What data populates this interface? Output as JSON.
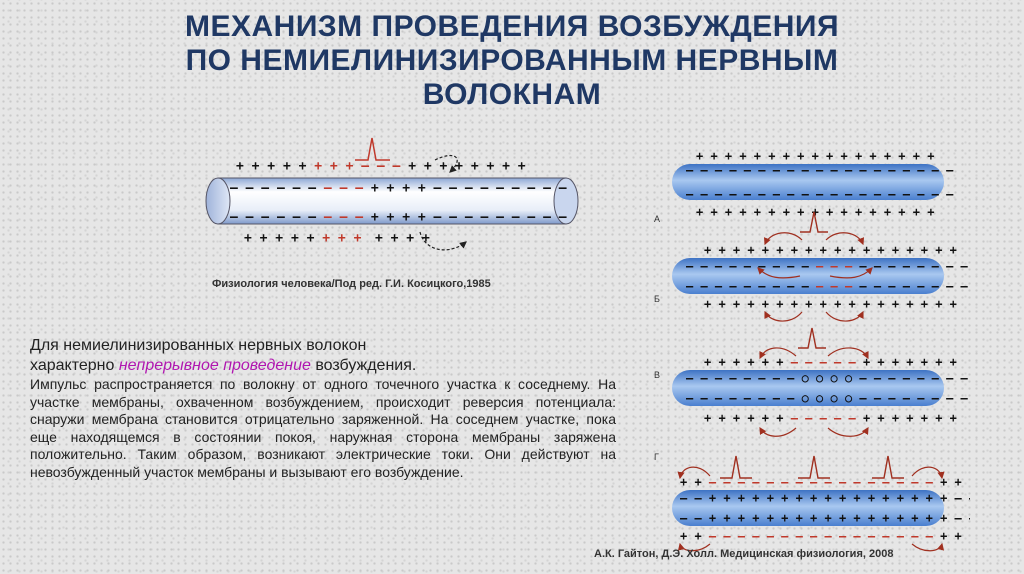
{
  "title": {
    "line1": "МЕХАНИЗМ ПРОВЕДЕНИЯ ВОЗБУЖДЕНИЯ",
    "line2": "ПО НЕМИЕЛИНИЗИРОВАННЫМ НЕРВНЫМ",
    "line3": "ВОЛОКНАМ"
  },
  "top_caption": "Физиология человека/Под ред. Г.И. Косицкого,1985",
  "bottom_caption": "А.К. Гайтон, Д.Э. Холл. Медицинская физиология, 2008",
  "text": {
    "lead_1": "Для немиелинизированных нервных волокон",
    "lead_2a": "характерно ",
    "lead_highlight": "непрерывное проведение",
    "lead_2b": " возбуждения.",
    "body": "Импульс распространяется по волокну от одного точечного участка к соседнему. На участке мембраны, охваченном возбуждением, происходит реверсия потенциала: снаружи мембрана становится отрицательно заряженной. На соседнем участке, пока еще находящемся в состоянии покоя, наружная сторона мембраны заряжена положительно. Таким образом, возникают электрические токи. Они действуют на невозбужденный участок мембраны и вызывают его возбуждение."
  },
  "diagram_labels": [
    "А",
    "Б",
    "В",
    "Г"
  ],
  "top_diagram": {
    "outer_top": [
      "+ + + + + ",
      "+ + + ",
      "– – – ",
      "+ + + + + + + +"
    ],
    "inner_top": [
      "– – – – – – ",
      "– – – ",
      "+ + + + ",
      "– – – – – – – – –"
    ],
    "inner_bottom": [
      "– – – – – – ",
      "– – – ",
      "+ + + + ",
      "– – – – – – – – –"
    ],
    "outer_bottom_a": [
      "+ + + + + ",
      "+ + + "
    ],
    "outer_bottom_b": "+ + + +"
  },
  "fiber_rows": {
    "A_plus": "+ + + + + + + + + + + + + + + + +",
    "A_minus": "– – – – – – – – – – – – – – – – – – –",
    "B_plus_top": [
      "+ + + + + + + ",
      "+ +",
      " + + + + + + + + +"
    ],
    "B_minus_top": [
      "– – – – – – – – – ",
      "– – –",
      " – – – – – – – – –"
    ],
    "B_minus_bottom": [
      "– – – – – – – – – ",
      "– – –",
      " – – – – – – – – –"
    ],
    "B_plus_bottom": [
      "+ + + + + + + ",
      "+ +",
      " + + + + + + + + +"
    ],
    "V_plus_top": [
      "+ + + + + + ",
      " – – – – – ",
      " + + + + + + +"
    ],
    "V_minus_top": [
      "– – – – – – – – ",
      "○ ○ ○ ○",
      " – – – – – – – –"
    ],
    "V_minus_bottom": [
      "– – – – – – – – ",
      "○ ○ ○ ○",
      " – – – – – – – –"
    ],
    "V_plus_bottom": [
      "+ + + + + + ",
      " – – – – – ",
      " + + + + + + +"
    ],
    "G_plus_top": [
      "+ +",
      " – – – – – – – – – – – – – – – – ",
      "+ +"
    ],
    "G_minus_top": [
      "– – ",
      "+ + + + + + + + + + + + + + + + +",
      " – –"
    ],
    "G_minus_bottom": [
      "– – ",
      "+ + + + + + + + + + + + + + + + +",
      " – –"
    ],
    "G_plus_bottom": [
      "+ +",
      " – – – – – – – – – – – – – – – – ",
      "+ +"
    ]
  },
  "colors": {
    "title": "#1f3864",
    "highlight": "#b016b0",
    "fiber_blue": "#5b8fd6",
    "minus_red": "#c0392b"
  }
}
